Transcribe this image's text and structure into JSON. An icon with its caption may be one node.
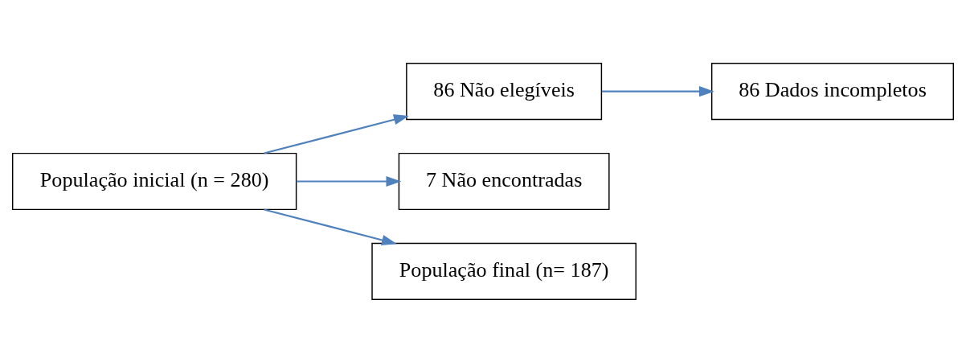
{
  "diagram": {
    "nodes": [
      {
        "text": [
          "População inicial (n = 280)"
        ]
      },
      {
        "text": [
          "86 Não elegíveis"
        ]
      },
      {
        "text": [
          "86 Dados incompletos"
        ]
      },
      {
        "text": [
          "7 Não encontradas"
        ]
      },
      {
        "text": [
          "População final (n= 187)"
        ]
      }
    ],
    "edges": [
      {
        "from": 0,
        "to": 1,
        "arrow": "to"
      },
      {
        "from": 0,
        "to": 3,
        "arrow": "to"
      },
      {
        "from": 0,
        "to": 4,
        "arrow": "to"
      },
      {
        "from": 1,
        "to": 2,
        "arrow": "to"
      }
    ]
  }
}
